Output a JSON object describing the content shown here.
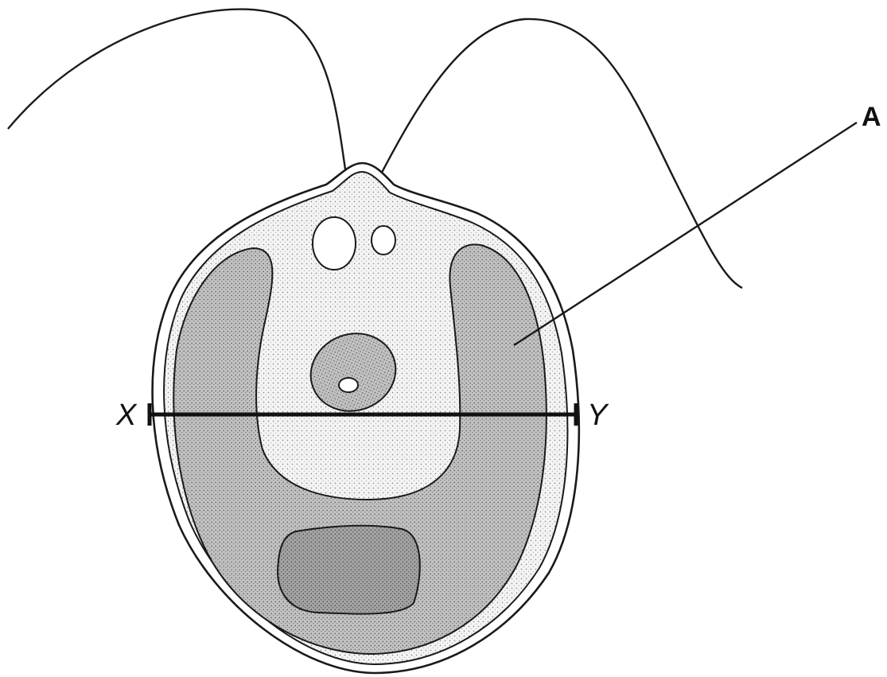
{
  "labels": {
    "a": "A",
    "x": "X",
    "y": "Y"
  },
  "colors": {
    "outline": "#1a1a1a",
    "cytoplasm": "#f1f1f1",
    "chloroplast": "#bdbdbd",
    "pyrenoid": "#9e9e9e",
    "nucleus": "#b8b8b8",
    "vacuole": "#ffffff",
    "background": "#ffffff"
  }
}
